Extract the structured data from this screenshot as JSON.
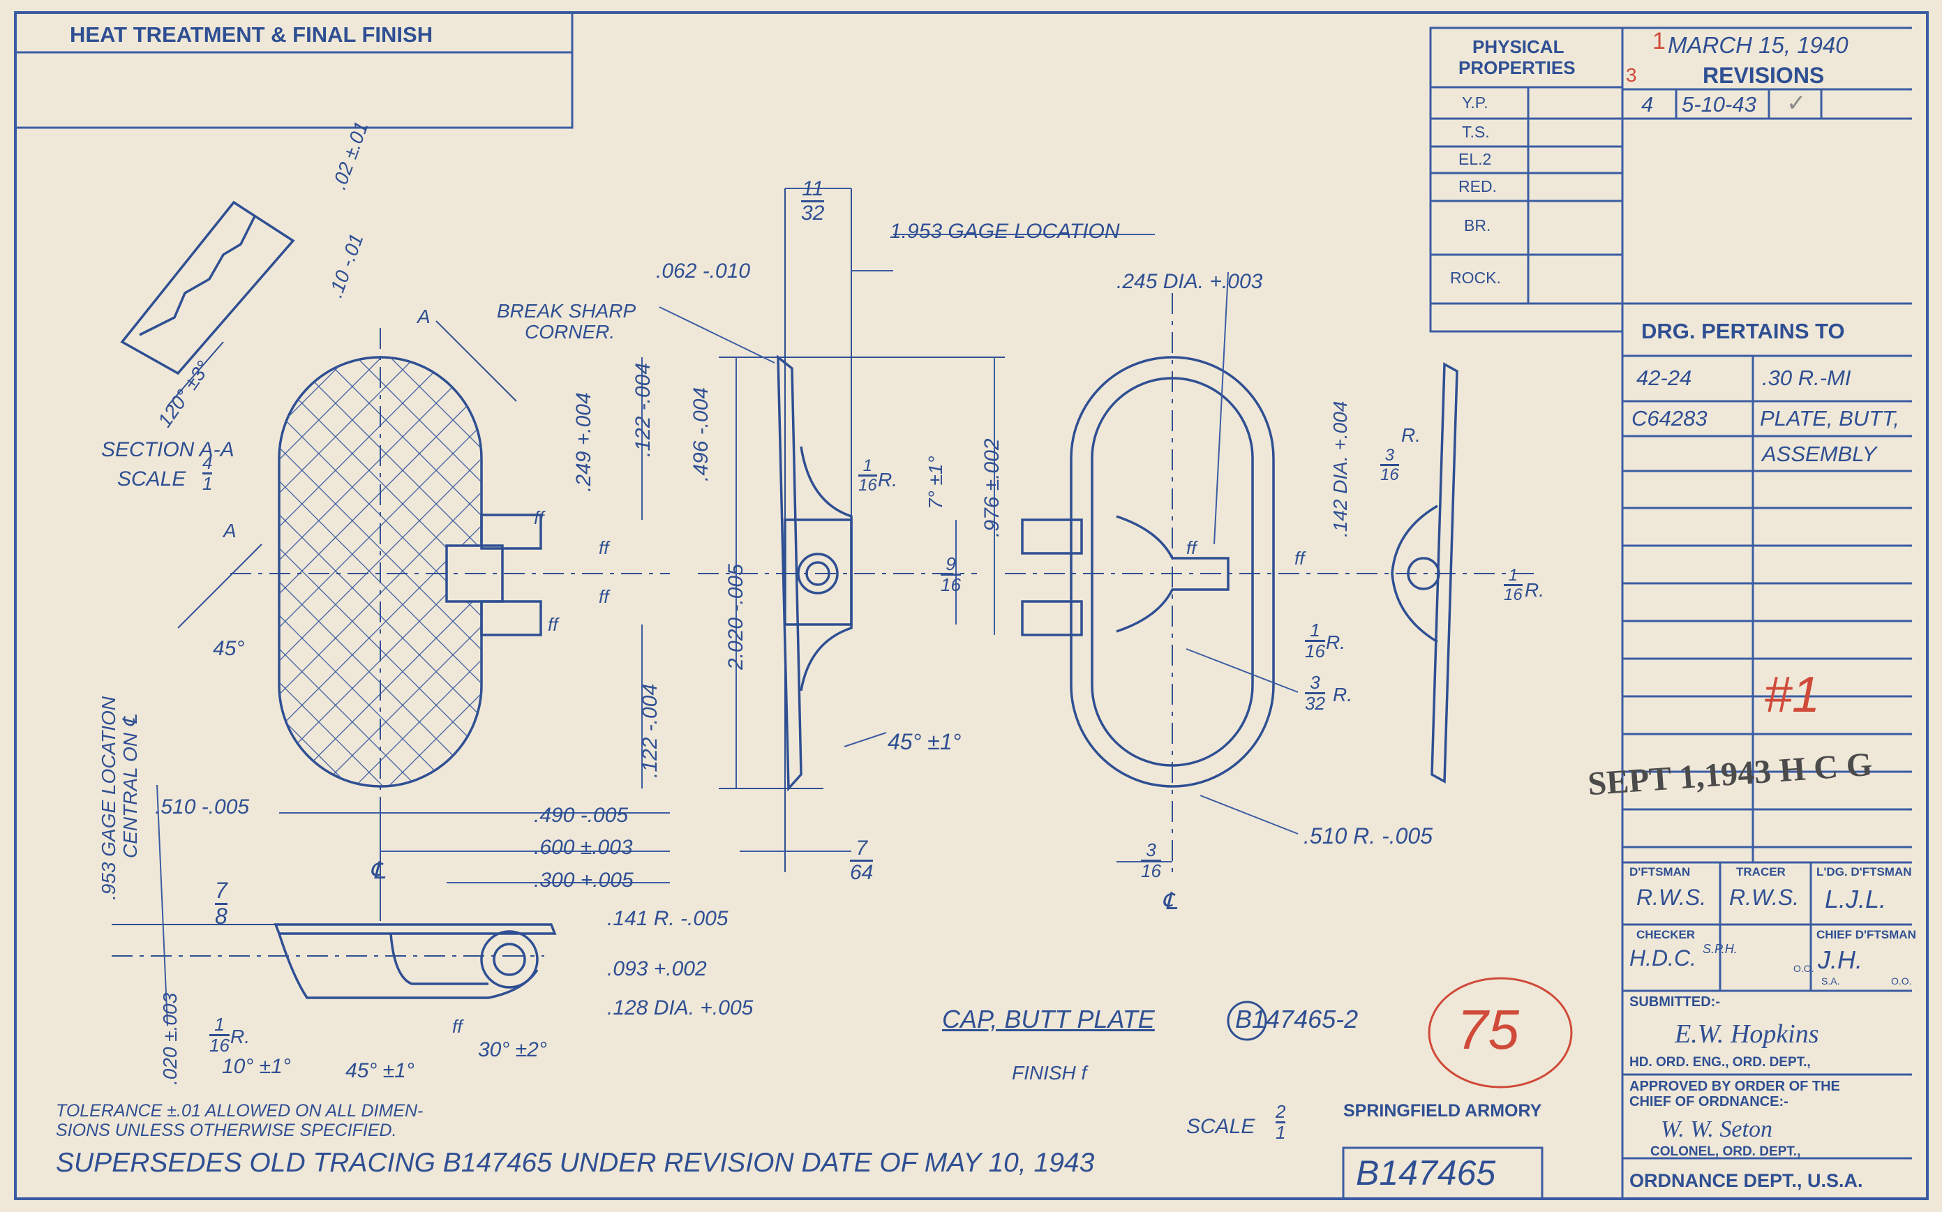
{
  "heat_treatment": {
    "title": "HEAT TREATMENT & FINAL FINISH"
  },
  "physical_properties": {
    "title_line1": "PHYSICAL",
    "title_line2": "PROPERTIES",
    "rows": [
      "Y.P.",
      "T.S.",
      "EL.2",
      "RED.",
      "BR.",
      "ROCK."
    ]
  },
  "revisions": {
    "date": "MARCH 15, 1940",
    "title": "REVISIONS",
    "mark_1": "1",
    "mark_3": "3",
    "rev_no": "4",
    "rev_date": "5-10-43",
    "check": "✓"
  },
  "pertains": {
    "title": "DRG. PERTAINS TO",
    "rows": [
      {
        "left": "42-24",
        "right": ".30 R.-MI"
      },
      {
        "left": "C64283",
        "right": "PLATE, BUTT,"
      },
      {
        "left": "",
        "right": "ASSEMBLY"
      }
    ]
  },
  "handwritten_mark": "#1",
  "stamp_date": "SEPT 1,1943 H C G",
  "title_block": {
    "dftsman_label": "D'FTSMAN",
    "dftsman": "R.W.S.",
    "tracer_label": "TRACER",
    "tracer": "R.W.S.",
    "ldg_label": "L'DG. D'FTSMAN",
    "ldg": "L.J.L.",
    "checker_label": "CHECKER",
    "checker": "H.D.C.",
    "checker_initials": "S.P.H.",
    "checker_oo": "O.O.",
    "chief_label": "CHIEF D'FTSMAN",
    "chief": "J.H.",
    "chief_sa": "S.A.",
    "chief_oo": "O.O.",
    "submitted_label": "SUBMITTED:-",
    "submitted_sig": "E.W. Hopkins",
    "submitted_title": "HD. ORD. ENG., ORD. DEPT.,",
    "approved_line1": "APPROVED BY ORDER OF THE",
    "approved_line2": "CHIEF OF ORDNANCE:-",
    "approved_sig": "W. W. Seton",
    "approved_title": "COLONEL, ORD. DEPT.,",
    "footer": "ORDNANCE DEPT., U.S.A."
  },
  "part": {
    "name": "CAP, BUTT PLATE",
    "number": "B147465-2",
    "finish": "FINISH f",
    "scale_label": "SCALE",
    "scale_num": "2",
    "scale_den": "1",
    "armory": "SPRINGFIELD ARMORY",
    "drawing_number": "B147465",
    "circled_number": "75"
  },
  "notes": {
    "tolerance_line1": "TOLERANCE ±.01 ALLOWED ON ALL DIMEN-",
    "tolerance_line2": "SIONS UNLESS OTHERWISE SPECIFIED.",
    "supersedes": "SUPERSEDES OLD TRACING B147465 UNDER REVISION DATE OF MAY 10, 1943"
  },
  "section": {
    "label": "SECTION A-A",
    "scale_label": "SCALE",
    "scale_num": "4",
    "scale_den": "1",
    "dim_02": ".02 ±.01",
    "dim_10": ".10 -.01",
    "angle_120": "120° ±3°",
    "a_mark": "A"
  },
  "dims": {
    "d11_32_num": "11",
    "d11_32_den": "32",
    "gage_1953": "1.953 GAGE LOCATION",
    "d062": ".062 -.010",
    "break_corner_1": "BREAK SHARP",
    "break_corner_2": "CORNER.",
    "dia245": ".245 DIA. +.003",
    "d249": ".249 +.004",
    "d122a": ".122 -.004",
    "d496": ".496 -.004",
    "d1_16R": "R.",
    "one": "1",
    "sixteen": "16",
    "angle_7": "7° ±1°",
    "d976": ".976 ±.002",
    "nine": "9",
    "dia142": ".142 DIA. +.004",
    "three": "3",
    "d2020": "2.020 -.005",
    "d122b": ".122 -.004",
    "angle_45_1": "45° ±1°",
    "angle_45": "45°",
    "gage953_1": ".953 GAGE LOCATION",
    "gage953_2": "CENTRAL ON ℄",
    "d510": ".510 -.005",
    "d490": ".490 -.005",
    "d600": ".600 ±.003",
    "d300": ".300 +.005",
    "seven": "7",
    "eight": "8",
    "d141": ".141 R. -.005",
    "d093": ".093 +.002",
    "d128": ".128 DIA. +.005",
    "d020": ".020 ±.003",
    "angle_10": "10° ±1°",
    "angle_45b": "45° ±1°",
    "angle_30": "30° ±2°",
    "seven64_num": "7",
    "seven64_den": "64",
    "thirtytwo": "32",
    "d510R": ".510 R. -.005",
    "ff": "ff",
    "cl": "℄"
  }
}
